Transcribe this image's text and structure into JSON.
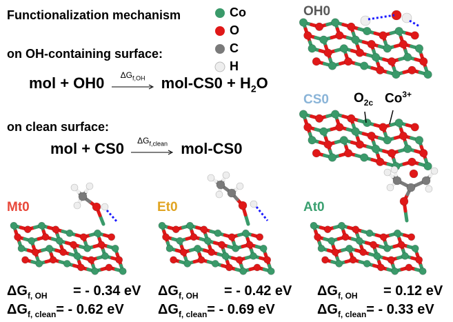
{
  "heading": "Functionalization mechanism",
  "oh_section": {
    "label": "on OH-containing surface:",
    "lhs": "mol + OH0",
    "arrow_delta": "ΔG",
    "arrow_sub": "f,OH",
    "rhs": "mol-CS0 + H",
    "rhs_sub": "2",
    "rhs_end": "O"
  },
  "clean_section": {
    "label": "on clean surface:",
    "lhs": "mol + CS0",
    "arrow_delta": "ΔG",
    "arrow_sub": "f,clean",
    "rhs": "mol-CS0"
  },
  "legend": [
    {
      "label": "Co",
      "color": "#3a9a6a"
    },
    {
      "label": "O",
      "color": "#e01818"
    },
    {
      "label": "C",
      "color": "#7a7a7a"
    },
    {
      "label": "H",
      "color": "#eeeeee"
    }
  ],
  "structures": {
    "oh0": {
      "label": "OH0",
      "color": "#595959"
    },
    "cs0": {
      "label": "CS0",
      "color": "#8ab4d8",
      "o_label": "O",
      "o_sub": "2c",
      "co_label": "Co",
      "co_sup": "3+"
    },
    "mt0": {
      "label": "Mt0",
      "color": "#e8483a"
    },
    "et0": {
      "label": "Et0",
      "color": "#e0a422"
    },
    "at0": {
      "label": "At0",
      "color": "#3aa070"
    }
  },
  "energies": [
    {
      "oh_delta": "ΔG",
      "oh_sub": "f, OH",
      "oh_value": "= - 0.34 eV",
      "clean_delta": "ΔG",
      "clean_sub": "f, clean",
      "clean_value": "= - 0.62 eV"
    },
    {
      "oh_delta": "ΔG",
      "oh_sub": "f, OH",
      "oh_value": "= - 0.42 eV",
      "clean_delta": "ΔG",
      "clean_sub": "f, clean",
      "clean_value": "= - 0.69 eV"
    },
    {
      "oh_delta": "ΔG",
      "oh_sub": "f, OH",
      "oh_value": "=  0.12 eV",
      "clean_delta": "ΔG",
      "clean_sub": "f, clean",
      "clean_value": "= - 0.33 eV"
    }
  ]
}
